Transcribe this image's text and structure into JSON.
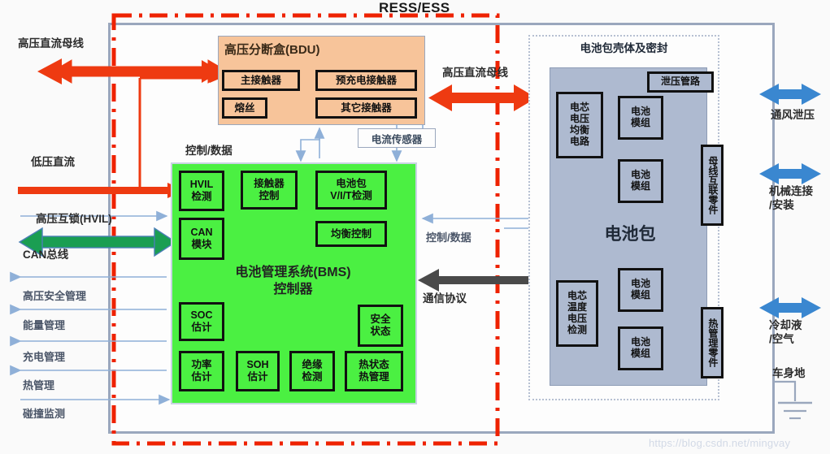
{
  "title": "RESS/ESS",
  "bdu": {
    "heading": "高压分断盒(BDU)",
    "blocks": [
      {
        "name": "main-contactor",
        "label": "主接触器"
      },
      {
        "name": "precharge-contactor",
        "label": "预充电接触器"
      },
      {
        "name": "fuse",
        "label": "熔丝"
      },
      {
        "name": "other-contactor",
        "label": "其它接触器"
      }
    ]
  },
  "bms": {
    "label_line1": "电池管理系统(BMS)",
    "label_line2": "控制器",
    "blocks": [
      {
        "name": "hvil-detect",
        "label": "HVIL\n检测"
      },
      {
        "name": "contactor-control",
        "label": "接触器\n控制"
      },
      {
        "name": "pack-vit-detect",
        "label": "电池包\nV/I/T检测"
      },
      {
        "name": "can-module",
        "label": "CAN\n模块"
      },
      {
        "name": "balance-control",
        "label": "均衡控制"
      },
      {
        "name": "soc-estimation",
        "label": "SOC\n估计"
      },
      {
        "name": "safety-state",
        "label": "安全\n状态"
      },
      {
        "name": "power-estimation",
        "label": "功率\n估计"
      },
      {
        "name": "soh-estimation",
        "label": "SOH\n估计"
      },
      {
        "name": "insulation-detect",
        "label": "绝缘\n检测"
      },
      {
        "name": "thermal-state-mgmt",
        "label": "热状态\n热管理"
      }
    ]
  },
  "pack": {
    "housing_label": "电池包壳体及密封",
    "pack_label": "电池包",
    "blocks": [
      {
        "name": "pressure-relief",
        "label": "泄压管路"
      },
      {
        "name": "cell-voltage-balance-circuit",
        "label": "电芯\n电压\n均衡\n电路"
      },
      {
        "name": "battery-module-1",
        "label": "电池\n模组"
      },
      {
        "name": "battery-module-2",
        "label": "电池\n模组"
      },
      {
        "name": "busbar-interconnect",
        "label": "母线互联零件"
      },
      {
        "name": "cell-temp-voltage-detect",
        "label": "电芯\n温度\n电压\n检测"
      },
      {
        "name": "battery-module-3",
        "label": "电池\n模组"
      },
      {
        "name": "battery-module-4",
        "label": "电池\n模组"
      },
      {
        "name": "thermal-management-parts",
        "label": "热管理零件"
      }
    ]
  },
  "left_labels": [
    {
      "name": "hv-dc-bus",
      "label": "高压直流母线"
    },
    {
      "name": "lv-dc",
      "label": "低压直流"
    },
    {
      "name": "hvil",
      "label": "高压互锁(HVIL)"
    },
    {
      "name": "can-bus",
      "label": "CAN总线"
    },
    {
      "name": "hv-safety-mgmt",
      "label": "高压安全管理"
    },
    {
      "name": "energy-mgmt",
      "label": "能量管理"
    },
    {
      "name": "charge-mgmt",
      "label": "充电管理"
    },
    {
      "name": "thermal-mgmt",
      "label": "热管理"
    },
    {
      "name": "crash-detection",
      "label": "碰撞监测"
    }
  ],
  "right_labels": [
    {
      "name": "ventilation-relief",
      "label": "通风泄压"
    },
    {
      "name": "mechanical-connection",
      "label": "机械连接\n/安装"
    },
    {
      "name": "coolant-air",
      "label": "冷却液\n/空气"
    },
    {
      "name": "chassis-ground",
      "label": "车身地"
    }
  ],
  "connector_labels": [
    {
      "name": "hv-dc-bus-mid",
      "label": "高压直流母线"
    },
    {
      "name": "control-data-bdu",
      "label": "控制/数据"
    },
    {
      "name": "current-sensor",
      "label": "电流传感器"
    },
    {
      "name": "control-data-pack",
      "label": "控制/数据"
    },
    {
      "name": "comm-protocol",
      "label": "通信协议"
    }
  ],
  "watermark": "https://blog.csdn.net/mingvay",
  "colors": {
    "bdu_fill": "#f7c49a",
    "bms_fill": "#4bf042",
    "pack_fill": "#aebad0",
    "hv_red": "#ee3a11",
    "can_green": "#1a9e52",
    "blue_arrow": "#3a87d0",
    "thin_blue": "#8fb0d8",
    "dark_arrow": "#4a4a4a"
  }
}
